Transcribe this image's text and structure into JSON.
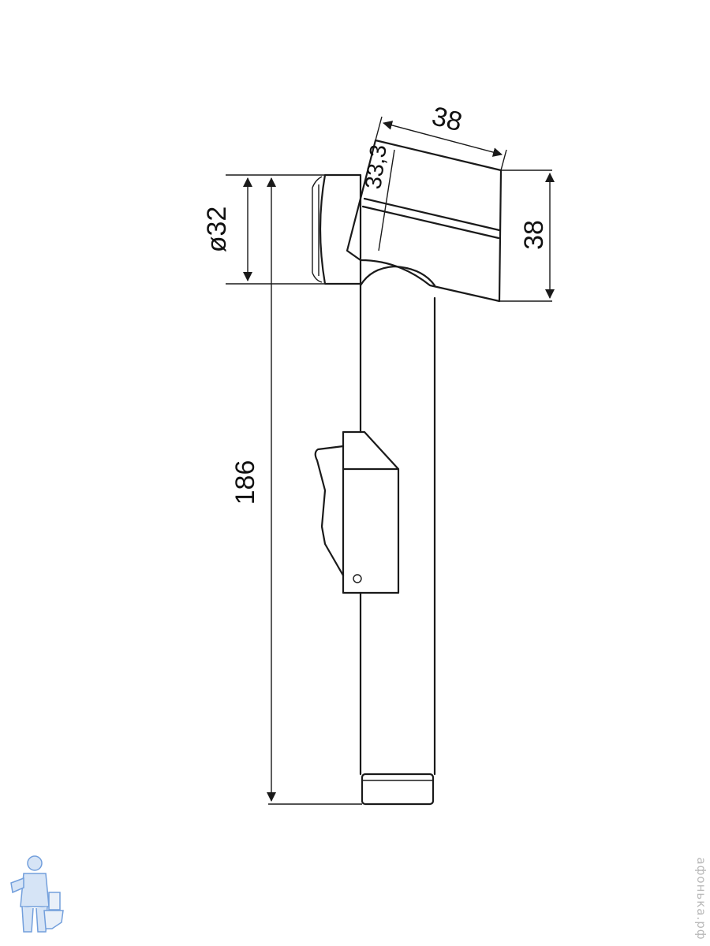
{
  "drawing": {
    "dimensions": {
      "nozzle_width": "38",
      "nozzle_inner": "33,3",
      "nozzle_height": "38",
      "head_diameter": "ø32",
      "total_length": "186"
    },
    "watermark_text": "афонька.рф",
    "colors": {
      "line": "#1a1a1a",
      "logo": "#5b8fd6",
      "watermark": "#b9b9b9"
    }
  }
}
